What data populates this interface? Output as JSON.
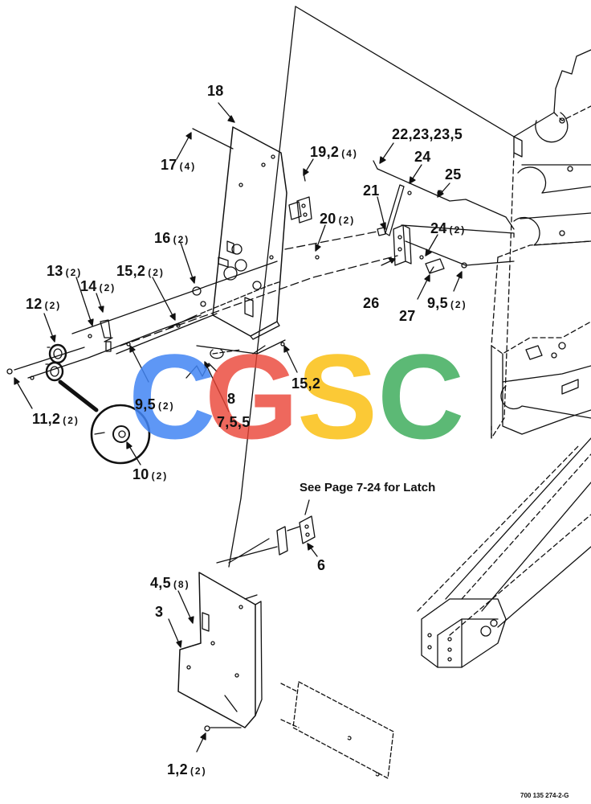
{
  "labels": [
    {
      "main": "18",
      "qty": ""
    },
    {
      "main": "17",
      "qty": "(4)"
    },
    {
      "main": "19,2",
      "qty": "(4)"
    },
    {
      "main": "22,23,23,5",
      "qty": ""
    },
    {
      "main": "24",
      "qty": ""
    },
    {
      "main": "25",
      "qty": ""
    },
    {
      "main": "21",
      "qty": ""
    },
    {
      "main": "20",
      "qty": "(2)"
    },
    {
      "main": "24",
      "qty": "(2)"
    },
    {
      "main": "16",
      "qty": "(2)"
    },
    {
      "main": "13",
      "qty": "(2)"
    },
    {
      "main": "15,2",
      "qty": "(2)"
    },
    {
      "main": "14",
      "qty": "(2)"
    },
    {
      "main": "12",
      "qty": "(2)"
    },
    {
      "main": "26",
      "qty": ""
    },
    {
      "main": "27",
      "qty": ""
    },
    {
      "main": "9,5",
      "qty": "(2)"
    },
    {
      "main": "9,5",
      "qty": "(2)"
    },
    {
      "main": "15,2",
      "qty": ""
    },
    {
      "main": "8",
      "qty": ""
    },
    {
      "main": "7,5,5",
      "qty": ""
    },
    {
      "main": "11,2",
      "qty": "(2)"
    },
    {
      "main": "10",
      "qty": "(2)"
    },
    {
      "main": "6",
      "qty": ""
    },
    {
      "main": "4,5",
      "qty": "(8)"
    },
    {
      "main": "3",
      "qty": ""
    },
    {
      "main": "1,2",
      "qty": "(2)"
    }
  ],
  "note": "See Page 7-24 for Latch",
  "drawing_number": "700 135 274-2-G",
  "watermark": {
    "letters": [
      "C",
      "G",
      "S",
      "C"
    ],
    "colors": [
      "#4285F4",
      "#EA4335",
      "#FBBC05",
      "#34A853"
    ]
  }
}
